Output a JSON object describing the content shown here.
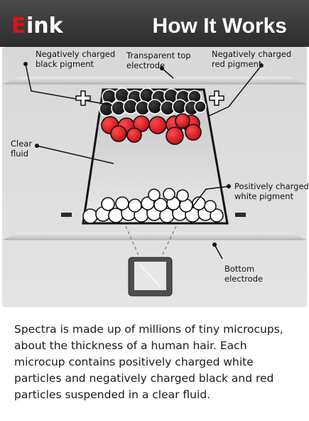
{
  "header": {
    "logo_e": "E",
    "logo_text": "ink",
    "title": "How It Works"
  },
  "labels": {
    "black_pigment": [
      "Negatively charged",
      "black pigment"
    ],
    "top_electrode": [
      "Transparent top",
      "electrode"
    ],
    "red_pigment": [
      "Negatively charged",
      "red pigment"
    ],
    "clear_fluid": [
      "Clear",
      "fluid"
    ],
    "white_pigment": [
      "Positively charged",
      "white pigment"
    ],
    "bottom_electrode": [
      "Bottom",
      "electrode"
    ]
  },
  "signs": {
    "plus": "+",
    "minus": "−"
  },
  "caption": "Spectra is made up of millions of tiny microcups, about the thickness of a human hair. Each microcup contains positively charged white particles and negatively charged black and red particles suspended in a clear fluid.",
  "colors": {
    "header_bg": "#3a3a3a",
    "brand_red": "#d7141a",
    "pigment_red": "#e4141b",
    "pigment_black": "#141414",
    "pigment_white": "#ffffff",
    "panel_bg": "#dcdcdc",
    "fluid": "#cfcfcf"
  },
  "icons": [
    "plus-sign-icon",
    "minus-sign-icon",
    "e-reader-device-icon"
  ]
}
